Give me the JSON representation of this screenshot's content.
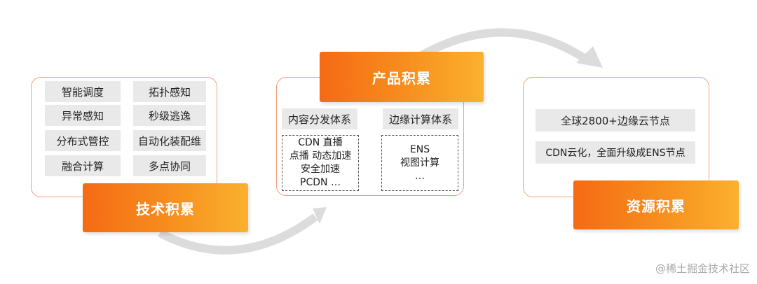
{
  "tech": {
    "title": "技术积累",
    "items": [
      "智能调度",
      "拓扑感知",
      "异常感知",
      "秒级逃逸",
      "分布式管控",
      "自动化装配维",
      "融合计算",
      "多点协同"
    ]
  },
  "product": {
    "title": "产品积累",
    "headers": [
      "内容分发体系",
      "边缘计算体系"
    ],
    "cdn_lines": [
      "CDN  直播",
      "点播 动态加速",
      "安全加速",
      "PCDN …"
    ],
    "edge_lines": [
      "ENS",
      "视图计算",
      "…"
    ]
  },
  "resource": {
    "title": "资源积累",
    "items": [
      "全球2800+边缘云节点",
      "CDN云化，全面升级成ENS节点"
    ]
  },
  "watermark": "@稀土掘金技术社区",
  "colors": {
    "orange_start": "#f56a14",
    "orange_end": "#fbb12e",
    "panel_border": "#f3a07a",
    "tag_bg": "#e9e9e9",
    "arrow": "#dcdcdc"
  }
}
